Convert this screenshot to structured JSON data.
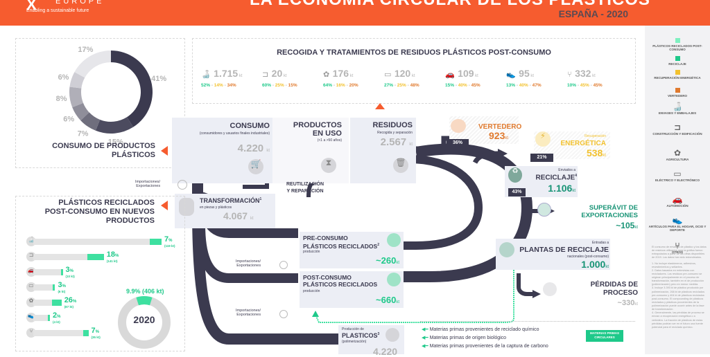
{
  "header": {
    "logo_mark": "X",
    "logo_text": "EUROPE",
    "tagline": "Enabling a sustainable future",
    "title": "LA ECONOMÍA CIRCULAR DE LOS PLÁSTICOS",
    "subtitle": "ESPAÑA - 2020"
  },
  "consumption_donut": {
    "title_line1": "CONSUMO DE PRODUCTOS",
    "title_line2": "PLÁSTICOS",
    "segments": [
      {
        "label": "Envases y embalajes",
        "pct": 41,
        "text": "41",
        "icon": "bottle-icon",
        "color": "#3b3a4f"
      },
      {
        "label": "Construcción y edificación",
        "pct": 15,
        "text": "15",
        "icon": "pipe-icon",
        "color": "#4c4b5f"
      },
      {
        "label": "Automoción",
        "pct": 7,
        "text": "7",
        "icon": "car-icon",
        "color": "#6f6e7d"
      },
      {
        "label": "Eléctrico y electrónico",
        "pct": 6,
        "text": "6",
        "icon": "monitor-icon",
        "color": "#8f8e9a"
      },
      {
        "label": "Agricultura",
        "pct": 8,
        "text": "8",
        "icon": "plant-icon",
        "color": "#b0afb8"
      },
      {
        "label": "Artículos para el hogar, ocio y deporte",
        "pct": 6,
        "text": "6",
        "icon": "shoe-icon",
        "color": "#cfced5"
      },
      {
        "label": "Otros",
        "pct": 17,
        "text": "17",
        "icon": "chair-icon",
        "color": "#e6e6ea"
      }
    ],
    "pct_symbol": "%"
  },
  "waste_collection": {
    "title": "RECOGIDA Y TRATAMIENTOS DE RESIDUOS PLÁSTICOS POST-CONSUMO",
    "unit": "kt",
    "items": [
      {
        "icon": "bottle-icon",
        "value": "1.715",
        "recycle": "52%",
        "energy": "14%",
        "landfill": "34%"
      },
      {
        "icon": "pipe-icon",
        "value": "20",
        "recycle": "60%",
        "energy": "25%",
        "landfill": "15%"
      },
      {
        "icon": "plant-icon",
        "value": "176",
        "recycle": "64%",
        "energy": "16%",
        "landfill": "20%"
      },
      {
        "icon": "monitor-icon",
        "value": "120",
        "recycle": "27%",
        "energy": "25%",
        "landfill": "48%"
      },
      {
        "icon": "car-icon",
        "value": "109",
        "recycle": "15%",
        "energy": "40%",
        "landfill": "45%"
      },
      {
        "icon": "shoe-icon",
        "value": "95",
        "recycle": "13%",
        "energy": "40%",
        "landfill": "47%"
      },
      {
        "icon": "chair-icon",
        "value": "332",
        "recycle": "10%",
        "energy": "45%",
        "landfill": "45%"
      }
    ],
    "sep": " - "
  },
  "flow": {
    "consumo": {
      "title": "CONSUMO",
      "desc": "(consumidores y usuarios finales industriales)",
      "value": "4.220",
      "unit": "kt"
    },
    "productos": {
      "title_line1": "PRODUCTOS",
      "title_line2": "EN USO",
      "desc": "(<1 a >50 años)"
    },
    "residuos": {
      "title": "RESIDUOS",
      "desc": "Recogida y separación",
      "value": "2.567",
      "unit": "kt"
    },
    "reuse": {
      "line1": "REUTILIZACIÓN",
      "line2": "Y REPARACIÓN"
    },
    "transformacion": {
      "title": "TRANSFORMACIÓN",
      "sup": "1",
      "desc": "en piezas y plásticos",
      "value": "4.067",
      "unit": "kt"
    },
    "impexp": {
      "line1": "Importaciones/",
      "line2": "Exportaciones"
    },
    "vertedero": {
      "pct": "36%",
      "title": "VERTEDERO",
      "value": "923",
      "unit": "kt"
    },
    "energia": {
      "pct": "21%",
      "pre": "Recuperación",
      "title": "ENERGÉTICA",
      "value": "538",
      "unit": "kt"
    },
    "reciclaje": {
      "pct": "43%",
      "pre": "Enviados a",
      "title": "RECICLAJE",
      "sup": "4",
      "value": "1.106",
      "unit": "kt"
    },
    "superavit": {
      "line1": "SUPERÁVIT DE",
      "line2": "EXPORTACIONES",
      "value": "~105",
      "unit": "kt"
    },
    "plantas": {
      "pre": "Entradas a",
      "title": "PLANTAS DE RECICLAJE",
      "desc": "nacionales (post-consumo)",
      "value": "1.000",
      "unit": "kt"
    },
    "perdidas": {
      "line1": "PÉRDIDAS DE",
      "line2": "PROCESO",
      "value": "~330",
      "unit": "kt"
    },
    "preconsumo": {
      "line1": "PRE-CONSUMO",
      "line2": "PLÁSTICOS RECICLADOS",
      "sup": "2",
      "desc": "producción",
      "value": "~260",
      "unit": "kt"
    },
    "postconsumo": {
      "line1": "POST-CONSUMO",
      "line2": "PLÁSTICOS RECICLADOS",
      "desc": "producción",
      "value": "~660",
      "unit": "kt"
    },
    "produccion": {
      "pre": "Producción de",
      "title": "PLASTICOS",
      "sup": "3",
      "desc": "(polimerización)",
      "value": "4.220",
      "unit": "kt"
    },
    "materias": [
      "Materias primas provenientes de reciclado químico",
      "Materias primas de origen biológico",
      "Materias primas provenientes de la captura de carbono"
    ],
    "materias_badge": "MATERIAS PRIMAS CIRCULARES"
  },
  "recycled_products": {
    "title_line1": "PLÁSTICOS RECICLADOS",
    "title_line2": "POST-CONSUMO EN NUEVOS",
    "title_line3": "PRODUCTOS",
    "bars": [
      {
        "icon": "bottle-icon",
        "pct": 7,
        "pct_text": "7",
        "kt": "(119 kt)"
      },
      {
        "icon": "pipe-icon",
        "pct": 18,
        "pct_text": "18",
        "kt": "(141 kt)"
      },
      {
        "icon": "car-icon",
        "pct": 3,
        "pct_text": "3",
        "kt": "(10 kt)"
      },
      {
        "icon": "monitor-icon",
        "pct": 3,
        "pct_text": "3",
        "kt": "(6 kt)"
      },
      {
        "icon": "plant-icon",
        "pct": 26,
        "pct_text": "26",
        "kt": "(87 kt)"
      },
      {
        "icon": "shoe-icon",
        "pct": 2,
        "pct_text": "2",
        "kt": "(4 kt)"
      },
      {
        "icon": "chair-icon",
        "pct": 7,
        "pct_text": "7",
        "kt": "(35 kt)"
      }
    ],
    "total_pct": 9.9,
    "total_text": "9.9% (406 kt)",
    "year": "2020"
  },
  "legend": {
    "items": [
      {
        "label": "PLÁSTICOS RECICLADOS POST-CONSUMO",
        "color": "#7ff0c0"
      },
      {
        "label": "RECICLAJE",
        "color": "#1ec98a"
      },
      {
        "label": "RECUPERACIÓN ENERGÉTICA",
        "color": "#f2c12e"
      },
      {
        "label": "VERTEDERO",
        "color": "#e07a2e"
      }
    ],
    "sectors": [
      {
        "icon": "bottle-icon",
        "label": "ENVASES Y EMBALAJES"
      },
      {
        "icon": "pipe-icon",
        "label": "CONSTRUCCIÓN Y EDIFICACIÓN"
      },
      {
        "icon": "plant-icon",
        "label": "AGRICULTURA"
      },
      {
        "icon": "monitor-icon",
        "label": "ELÉCTRICO Y ELECTRÓNICO"
      },
      {
        "icon": "car-icon",
        "label": "AUTOMOCIÓN"
      },
      {
        "icon": "shoe-icon",
        "label": "ARTÍCULOS PARA EL HOGAR, OCIO Y DEPORTE"
      },
      {
        "icon": "chair-icon",
        "label": "OTROS"
      }
    ]
  },
  "notes": {
    "intro": "El consumo de envases de plástico y los datos de residuos utilizados para la gráfica fueron extrapolados a partir de las cifras disponibles de 2019. Los datos han sido redondeados.",
    "items": [
      "1. No incluye elastómeros, adhesivos, revestimientos y sellantes.",
      "2. Datos basados en entrevistas con recicladores. Los residuos pre-consumo se originan principalmente en el proceso de transformación, también en el de producción (polimerización) pero en menor medida.",
      "3. Incluye 3.393 kt de plástico producido por polimerización, 268 kt de plásticos reciclados pre-consumo y 404 kt de plásticos reciclados post-consumo. El compounding de plásticos reciclados y plásticos provenientes de la polimerización puede ocurrir antes de la fase de transformación.",
      "4. Generalmente, las pérdidas de proceso se envían a recuperación energética o a vertedero. La fracción de plásticos de estas pérdidas podrían ser en el futuro una fuente potencial para el reciclado químico."
    ]
  }
}
